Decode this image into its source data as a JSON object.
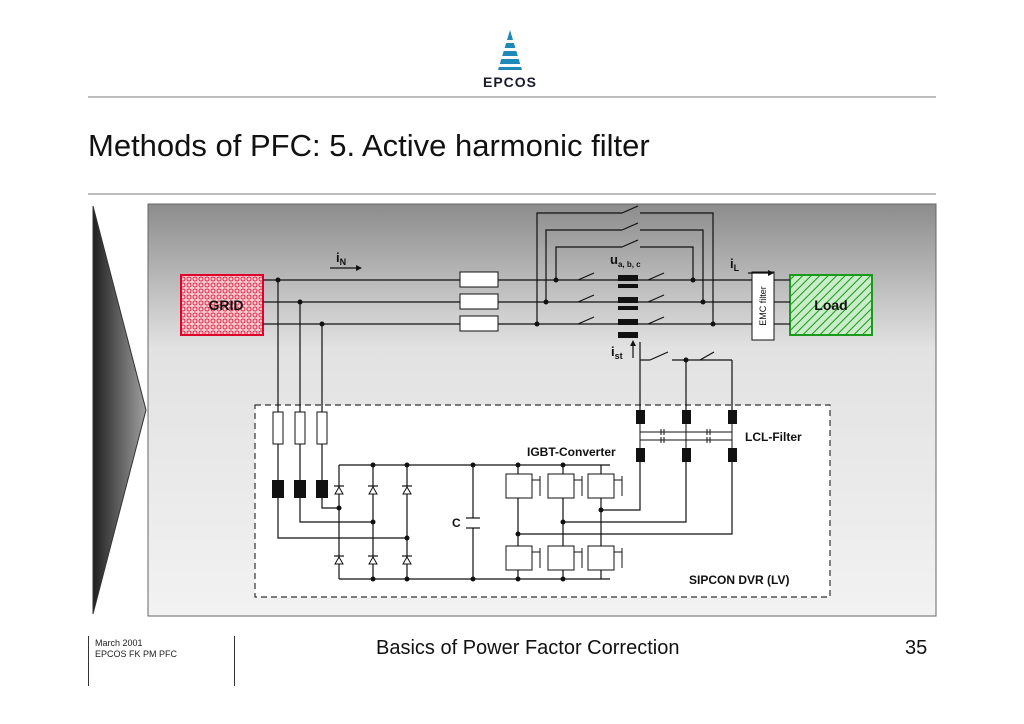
{
  "logo": {
    "text": "EPCOS",
    "color": "#1e88b8"
  },
  "slide": {
    "title": "Methods of PFC: 5. Active harmonic filter"
  },
  "diagram": {
    "grid_label": "GRID",
    "load_label": "Load",
    "emc_label": "EMC filter",
    "in_label": "i",
    "in_sub": "N",
    "il_label": "i",
    "il_sub": "L",
    "ist_label": "i",
    "ist_sub": "st",
    "u_label": "u",
    "u_sub": "a, b, c",
    "igbt_label": "IGBT-Converter",
    "lcl_label": "LCL-Filter",
    "cap_label": "C",
    "sipcon_label": "SIPCON DVR (LV)",
    "grid_color": "#e0002a",
    "load_color": "#1a9a1a"
  },
  "footer": {
    "date": "March 2001",
    "dept": "EPCOS FK PM PFC",
    "title": "Basics of Power Factor Correction",
    "page": "35"
  }
}
